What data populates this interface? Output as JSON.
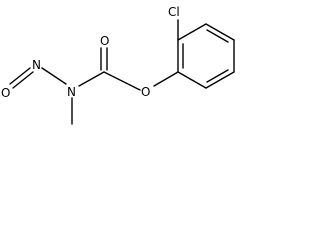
{
  "molecule": {
    "atoms": {
      "chlorine": "Cl",
      "carbonyl_oxygen": "O",
      "ester_oxygen": "O",
      "nitroso_oxygen": "O",
      "nitroso_nitrogen": "N",
      "amine_nitrogen": "N"
    }
  },
  "colors": {
    "bond": "#000000",
    "label": "#000000",
    "background": "#ffffff"
  }
}
